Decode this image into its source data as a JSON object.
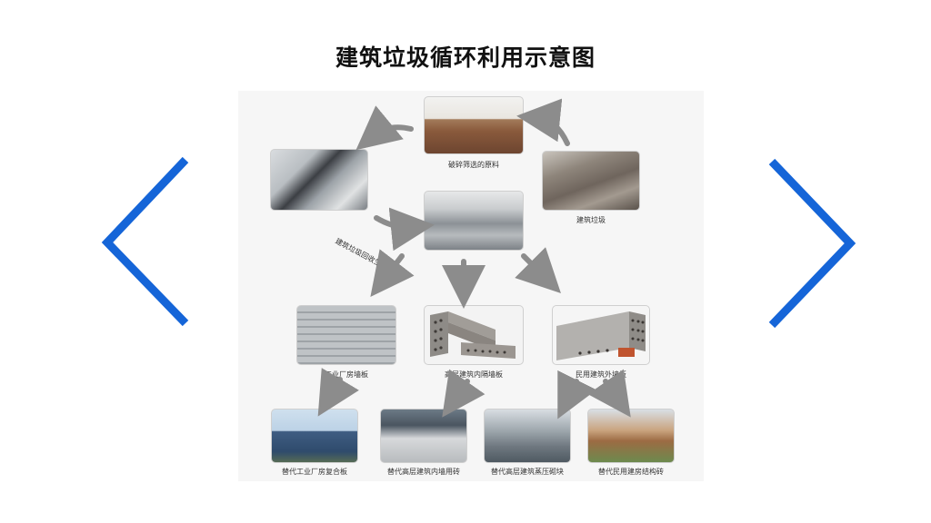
{
  "slide": {
    "title": "建筑垃圾循环利用示意图",
    "accent_color": "#1565d8"
  },
  "nav": {
    "prev_icon": "chevron-left-icon",
    "next_icon": "chevron-right-icon"
  },
  "diagram": {
    "arrow_color": "#8c8c8c",
    "nodes": {
      "raw": {
        "caption": "破碎筛选的原料",
        "photo": "crushed-material-pile"
      },
      "waste": {
        "caption": "建筑垃圾",
        "photo": "demolition-rubble"
      },
      "equipment": {
        "caption": "建筑垃圾回收生产线",
        "photo": "recycling-machinery"
      },
      "production": {
        "photo": "panel-production-line"
      },
      "industrial_wallboard": {
        "caption": "工业厂房墙板",
        "photo": "stacked-wall-panels"
      },
      "highrise_partition": {
        "caption": "高层建筑内隔墙板",
        "photo": "hollow-core-panels"
      },
      "civil_wallboard": {
        "caption": "民用建筑外墙板",
        "photo": "hollow-wall-panel-with-brick"
      },
      "replace_composite_board": {
        "caption": "替代工业厂房复合板",
        "photo": "factory-building"
      },
      "replace_partition_brick": {
        "caption": "替代高层建筑内墙用砖",
        "photo": "worker-laying-blocks"
      },
      "replace_aerated_block": {
        "caption": "替代高层建筑蒸压砌块",
        "photo": "apartment-under-construction"
      },
      "replace_civil_brick": {
        "caption": "替代民用建房结构砖",
        "photo": "house-construction"
      }
    }
  }
}
